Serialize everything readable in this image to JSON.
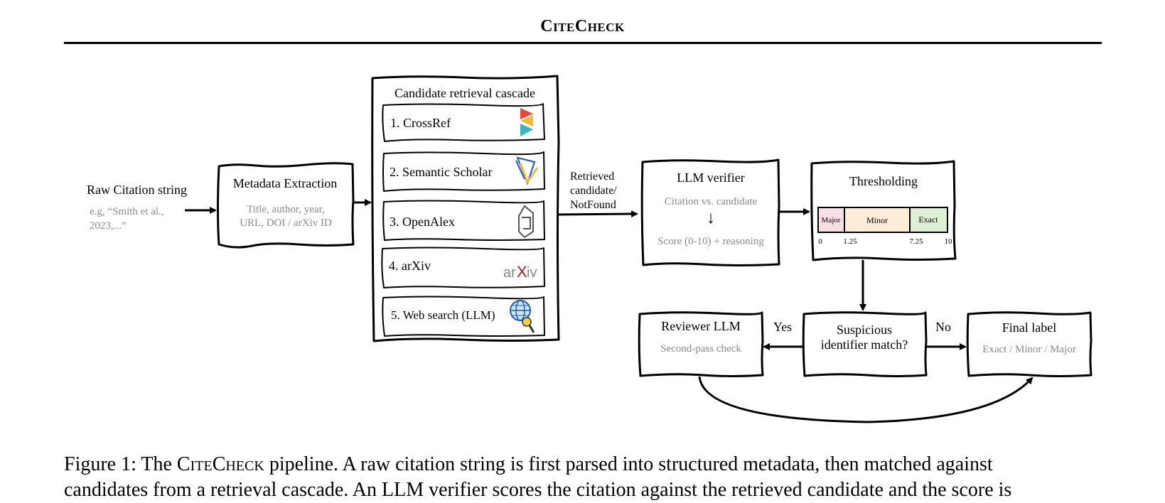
{
  "header": {
    "title": "CiteCheck"
  },
  "input": {
    "label": "Raw Citation string",
    "example_line1": "e.g, “Smith et al.,",
    "example_line2": "2023,...”"
  },
  "metadata": {
    "title": "Metadata Extraction",
    "line1": "Title, author, year,",
    "line2": "URL, DOI / arXiv ID"
  },
  "cascade": {
    "title": "Candidate retrieval cascade",
    "items": [
      {
        "label": "1. CrossRef",
        "icon": "crossref-logo-icon"
      },
      {
        "label": "2. Semantic Scholar",
        "icon": "semantic-scholar-logo-icon"
      },
      {
        "label": "3. OpenAlex",
        "icon": "openalex-logo-icon"
      },
      {
        "label": "4. arXiv",
        "icon": "arxiv-logo-icon"
      },
      {
        "label": "5. Web search (LLM)",
        "icon": "globe-search-icon"
      }
    ]
  },
  "edge_retrieved": {
    "line1": "Retrieved",
    "line2": "candidate/",
    "line3": "NotFound"
  },
  "verifier": {
    "title": "LLM verifier",
    "line1": "Citation vs. candidate",
    "arrow": "↓",
    "line2": "Score (0-10) + reasoning"
  },
  "threshold": {
    "title": "Thresholding",
    "bands": [
      "Major",
      "Minor",
      "Exact"
    ],
    "ticks": [
      "0",
      "1.25",
      "7.25",
      "10"
    ],
    "colors": {
      "major": "#f9dfe4",
      "minor": "#fdecd6",
      "exact": "#def0d3"
    }
  },
  "suspicious": {
    "line1": "Suspicious",
    "line2": "identifier match?",
    "color": "#fdfbd9"
  },
  "edges": {
    "yes": "Yes",
    "no": "No"
  },
  "reviewer": {
    "title": "Reviewer LLM",
    "subtitle": "Second-pass check",
    "color": "#ebebfb"
  },
  "final": {
    "title": "Final label",
    "subtitle": "Exact / Minor / Major",
    "color": "#e6f7e3"
  },
  "caption": {
    "prefix": "Figure 1: The ",
    "name": "CiteCheck",
    "line1_rest": " pipeline. A raw citation string is first parsed into structured metadata, then matched against",
    "line2": "candidates from a retrieval cascade. An LLM verifier scores the citation against the retrieved candidate and the score is"
  }
}
